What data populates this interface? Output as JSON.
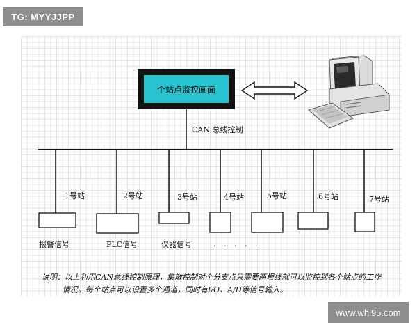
{
  "tag": "TG: MYYJJPP",
  "watermark": "www.whl95.com",
  "monitor_title": "个站点监控画面",
  "bus_label": "CAN 总线控制",
  "stations": [
    "1号站",
    "2号站",
    "3号站",
    "4号站",
    "5号站",
    "6号站",
    "7号站"
  ],
  "devices": [
    "报警信号",
    "PLC信号",
    "仪器信号"
  ],
  "ellipsis": ". . . . .",
  "note": {
    "line1": "说明：以上利用CAN总线控制原理，集散控制对个分支点只需要两根线就可以监控到各个站点的工作",
    "line2": "情况。每个站点可以设置多个通道，同时有I/O、A/D等信号输入。"
  },
  "icons": [
    "computer-icon",
    "bidirectional-arrow-icon"
  ]
}
